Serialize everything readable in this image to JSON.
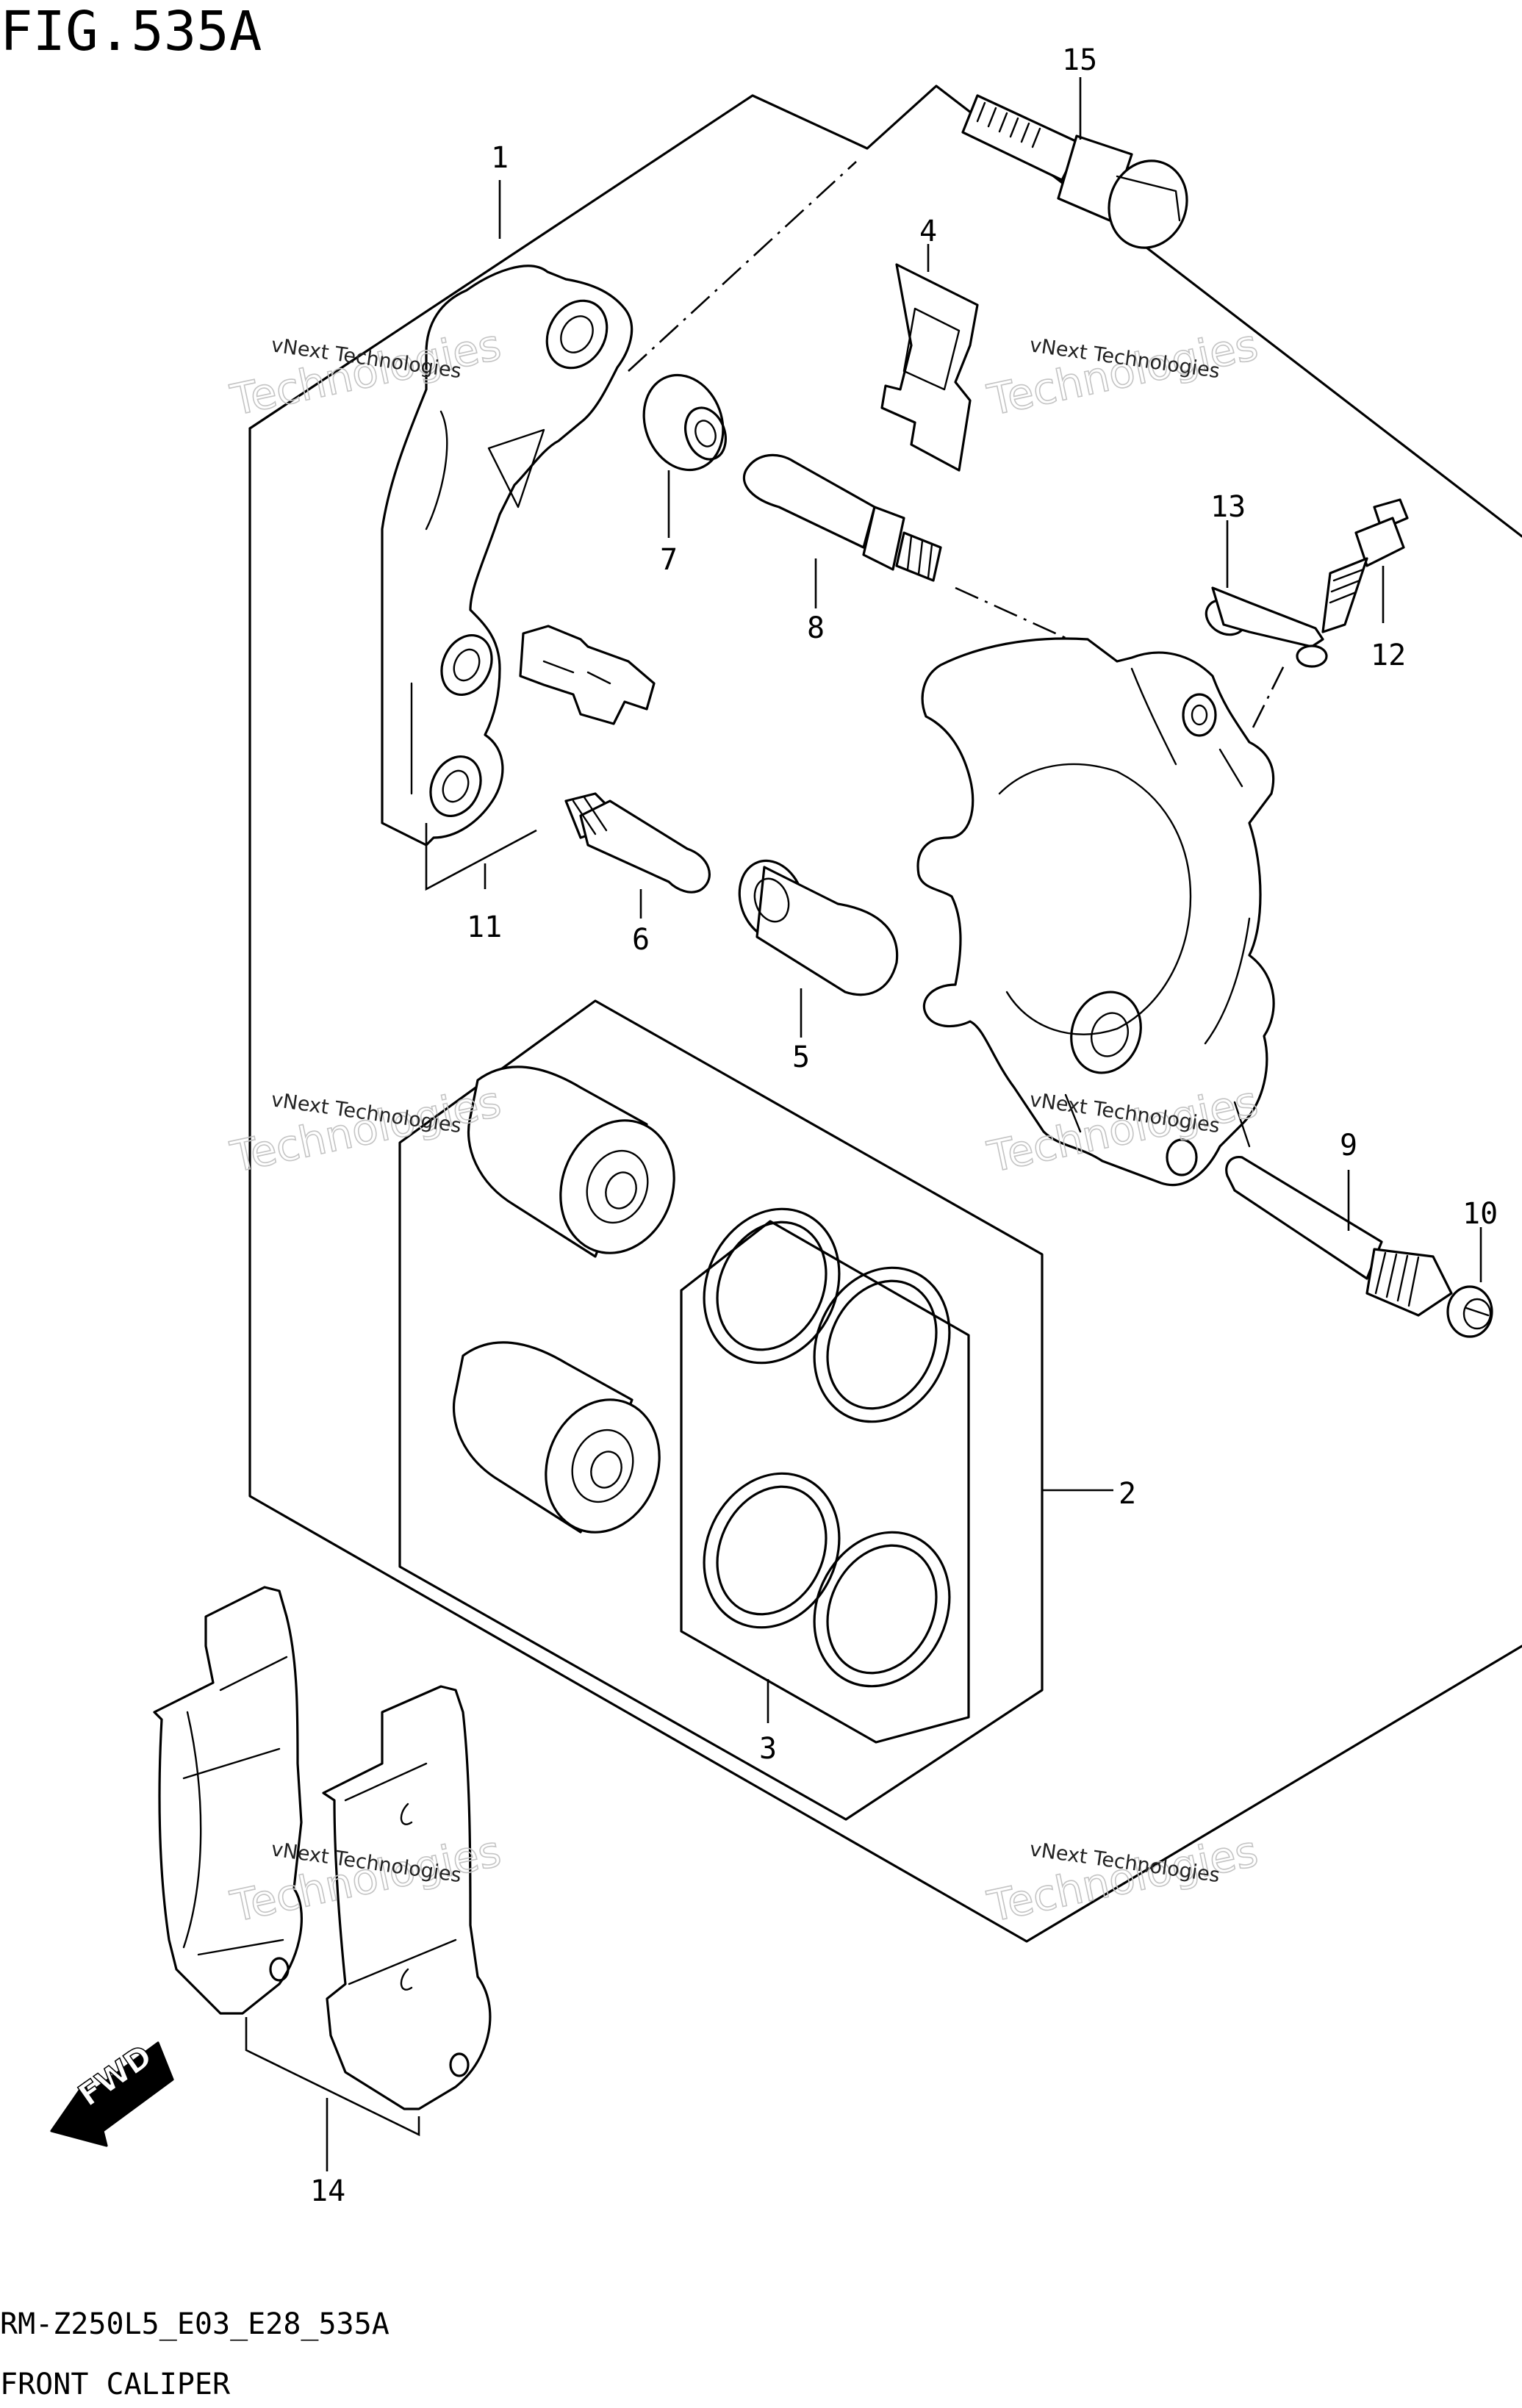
{
  "figure": {
    "title": "FIG.535A"
  },
  "footer": {
    "code": "RM-Z250L5_E03_E28_535A",
    "name": "FRONT CALIPER"
  },
  "watermark": {
    "line1": "vNext Technologies",
    "line2": "Technologies"
  },
  "fwd_label": "FWD",
  "callouts": [
    {
      "id": "1",
      "label": "1"
    },
    {
      "id": "2",
      "label": "2"
    },
    {
      "id": "3",
      "label": "3"
    },
    {
      "id": "4",
      "label": "4"
    },
    {
      "id": "5",
      "label": "5"
    },
    {
      "id": "6",
      "label": "6"
    },
    {
      "id": "7",
      "label": "7"
    },
    {
      "id": "8",
      "label": "8"
    },
    {
      "id": "9",
      "label": "9"
    },
    {
      "id": "10",
      "label": "10"
    },
    {
      "id": "11",
      "label": "11"
    },
    {
      "id": "12",
      "label": "12"
    },
    {
      "id": "13",
      "label": "13"
    },
    {
      "id": "14",
      "label": "14"
    },
    {
      "id": "15",
      "label": "15"
    }
  ]
}
